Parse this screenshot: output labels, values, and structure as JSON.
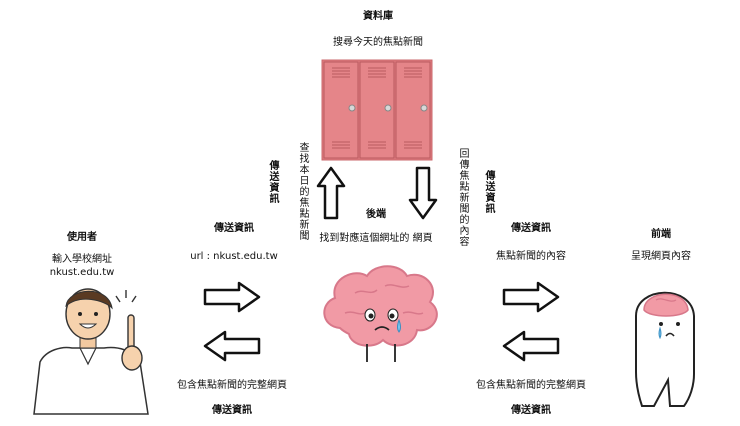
{
  "database": {
    "title": "資料庫",
    "task": "搜尋今天的焦點新聞"
  },
  "arrows_vertical": {
    "left_label": "查找本日的焦點新聞",
    "left_send": "傳送資訊",
    "right_label": "回傳焦點新聞的內容",
    "right_send": "傳送資訊"
  },
  "backend": {
    "title": "後端",
    "task": "找到對應這個網址的 網頁"
  },
  "user": {
    "title": "使用者",
    "line1": "輸入學校網址",
    "line2": "nkust.edu.tw"
  },
  "left_flow": {
    "top_send": "傳送資訊",
    "url_text": "url : nkust.edu.tw",
    "bottom_text": "包含焦點新聞的完整網頁",
    "bottom_send": "傳送資訊"
  },
  "right_flow": {
    "top_send": "傳送資訊",
    "top_text": "焦點新聞的內容",
    "bottom_text": "包含焦點新聞的完整網頁",
    "bottom_send": "傳送資訊"
  },
  "frontend": {
    "title": "前端",
    "task": "呈現網頁內容"
  },
  "colors": {
    "locker": "#e07b7f",
    "locker_dark": "#c9676b",
    "brain": "#f19aa5",
    "brain_dark": "#d8788a"
  }
}
